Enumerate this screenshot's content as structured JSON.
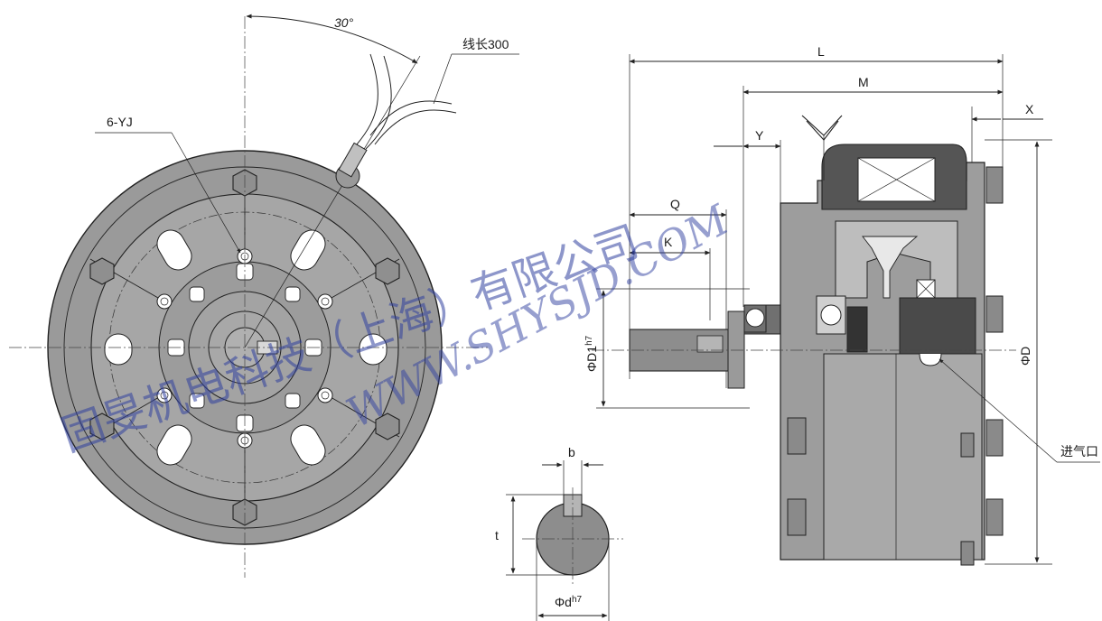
{
  "front_view": {
    "angle_label": "30°",
    "wire_label": "线长300",
    "holes_label": "6-YJ"
  },
  "side_view": {
    "dim_L": "L",
    "dim_M": "M",
    "dim_X": "X",
    "dim_Y": "Y",
    "dim_Q": "Q",
    "dim_K": "K",
    "dim_D1": "ΦD1",
    "dim_D1_tol": "h7",
    "dim_D": "ΦD",
    "air_inlet_label": "进气口"
  },
  "shaft_section": {
    "dim_b": "b",
    "dim_t": "t",
    "dim_d": "Φd",
    "dim_d_tol": "h7"
  },
  "watermark": {
    "company": "固旻机电科技（上海）有限公司",
    "url": "WWW.SHYSJD.COM",
    "color": "#2f3f9f"
  }
}
